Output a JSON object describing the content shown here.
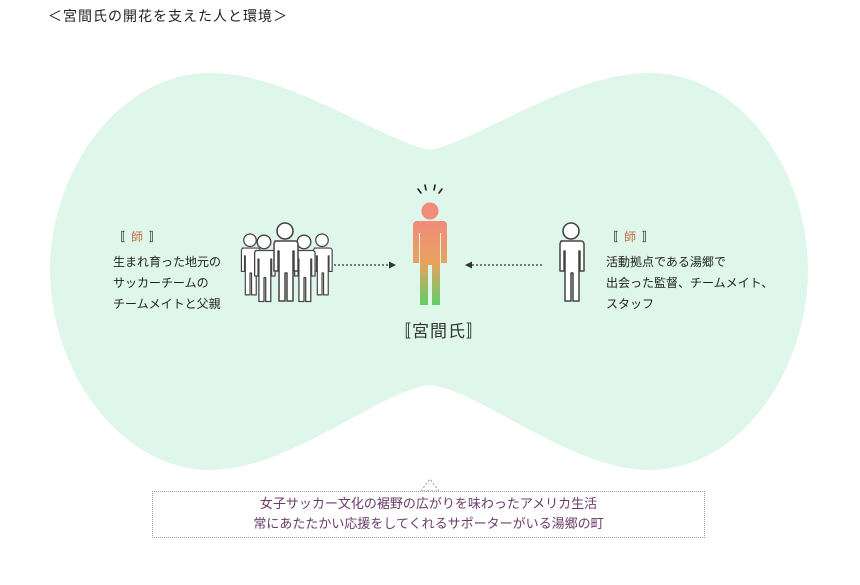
{
  "title": "＜宮間氏の開花を支えた人と環境＞",
  "left": {
    "head_kanji": "師",
    "lines": [
      "生まれ育った地元の",
      "サッカーチームの",
      "チームメイトと父親"
    ]
  },
  "right": {
    "head_kanji": "師",
    "lines": [
      "活動拠点である湯郷で",
      "出会った監督、チームメイト、",
      "スタッフ"
    ]
  },
  "center": {
    "name": "宮間氏"
  },
  "callout": {
    "lines": [
      "女子サッカー文化の裾野の広がりを味わったアメリカ生活",
      "常にあたたかい応援をしてくれるサポーターがいる湯郷の町"
    ]
  },
  "colors": {
    "blob": "#dff6eb",
    "center_top": "#f08c7a",
    "center_bottom": "#5fce6a",
    "accent": "#c0724a",
    "callout_text": "#6a3c6a"
  }
}
